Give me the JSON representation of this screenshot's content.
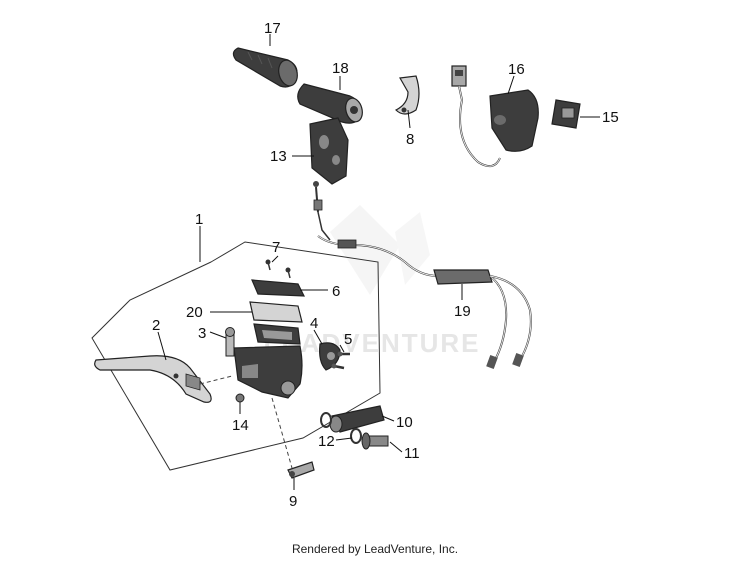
{
  "watermark": "LEADVENTURE",
  "footer": "Rendered by LeadVenture, Inc.",
  "callouts": {
    "c1": "1",
    "c2": "2",
    "c3": "3",
    "c4": "4",
    "c5": "5",
    "c6": "6",
    "c7": "7",
    "c8": "8",
    "c9": "9",
    "c10": "10",
    "c11": "11",
    "c12": "12",
    "c13": "13",
    "c14": "14",
    "c15": "15",
    "c16": "16",
    "c17": "17",
    "c18": "18",
    "c19": "19",
    "c20": "20"
  },
  "colors": {
    "part_dark": "#3d3d3d",
    "part_mid": "#6b6b6b",
    "part_light": "#a8a8a8",
    "line": "#111111",
    "watermark": "#e6e6e6"
  }
}
